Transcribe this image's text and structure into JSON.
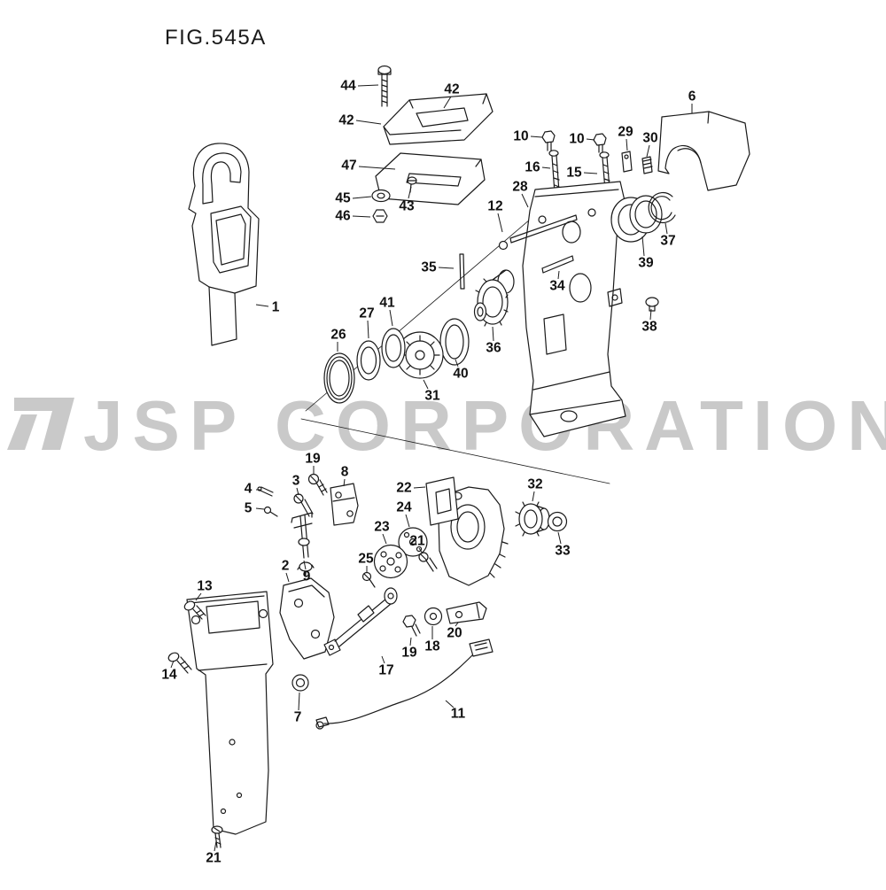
{
  "title": "FIG.545A",
  "watermark": "JSP CORPORATION",
  "parts": [
    {
      "num": "44",
      "label": [
        393,
        97
      ],
      "line": [
        404,
        97,
        427,
        96
      ]
    },
    {
      "num": "42",
      "label": [
        510,
        101
      ],
      "line": [
        509,
        109,
        501,
        122
      ]
    },
    {
      "num": "42",
      "label": [
        391,
        136
      ],
      "line": [
        402,
        136,
        430,
        140
      ]
    },
    {
      "num": "47",
      "label": [
        394,
        187
      ],
      "line": [
        405,
        188,
        446,
        191
      ]
    },
    {
      "num": "45",
      "label": [
        387,
        224
      ],
      "line": [
        398,
        224,
        419,
        222
      ]
    },
    {
      "num": "46",
      "label": [
        387,
        244
      ],
      "line": [
        398,
        244,
        418,
        245
      ]
    },
    {
      "num": "43",
      "label": [
        459,
        233
      ],
      "line": [
        461,
        224,
        464,
        211
      ]
    },
    {
      "num": "10",
      "label": [
        588,
        154
      ],
      "line": [
        599,
        154,
        612,
        155
      ]
    },
    {
      "num": "10",
      "label": [
        651,
        157
      ],
      "line": [
        662,
        157,
        671,
        158
      ]
    },
    {
      "num": "16",
      "label": [
        601,
        189
      ],
      "line": [
        612,
        189,
        621,
        190
      ]
    },
    {
      "num": "15",
      "label": [
        648,
        195
      ],
      "line": [
        659,
        195,
        674,
        196
      ]
    },
    {
      "num": "29",
      "label": [
        706,
        149
      ],
      "line": [
        707,
        157,
        708,
        170
      ]
    },
    {
      "num": "30",
      "label": [
        734,
        156
      ],
      "line": [
        733,
        164,
        730,
        177
      ]
    },
    {
      "num": "6",
      "label": [
        781,
        109
      ],
      "line": [
        781,
        117,
        781,
        128
      ]
    },
    {
      "num": "28",
      "label": [
        587,
        211
      ],
      "line": [
        589,
        219,
        596,
        234
      ]
    },
    {
      "num": "12",
      "label": [
        559,
        233
      ],
      "line": [
        562,
        241,
        567,
        262
      ]
    },
    {
      "num": "37",
      "label": [
        754,
        272
      ],
      "line": [
        753,
        264,
        751,
        252
      ]
    },
    {
      "num": "39",
      "label": [
        729,
        297
      ],
      "line": [
        727,
        289,
        725,
        267
      ]
    },
    {
      "num": "35",
      "label": [
        484,
        302
      ],
      "line": [
        495,
        302,
        512,
        303
      ]
    },
    {
      "num": "34",
      "label": [
        629,
        323
      ],
      "line": [
        630,
        315,
        631,
        306
      ]
    },
    {
      "num": "36",
      "label": [
        557,
        393
      ],
      "line": [
        557,
        385,
        556,
        369
      ]
    },
    {
      "num": "38",
      "label": [
        733,
        369
      ],
      "line": [
        734,
        361,
        735,
        349
      ]
    },
    {
      "num": "41",
      "label": [
        437,
        342
      ],
      "line": [
        440,
        350,
        443,
        368
      ]
    },
    {
      "num": "27",
      "label": [
        414,
        354
      ],
      "line": [
        415,
        362,
        416,
        382
      ]
    },
    {
      "num": "26",
      "label": [
        382,
        378
      ],
      "line": [
        381,
        386,
        381,
        397
      ]
    },
    {
      "num": "40",
      "label": [
        520,
        422
      ],
      "line": [
        517,
        414,
        514,
        406
      ]
    },
    {
      "num": "31",
      "label": [
        488,
        447
      ],
      "line": [
        483,
        439,
        478,
        429
      ]
    },
    {
      "num": "1",
      "label": [
        311,
        347
      ],
      "line": [
        303,
        346,
        289,
        344
      ]
    },
    {
      "num": "19",
      "label": [
        353,
        518
      ],
      "line": [
        354,
        526,
        354,
        536
      ]
    },
    {
      "num": "8",
      "label": [
        389,
        533
      ],
      "line": [
        389,
        541,
        388,
        549
      ]
    },
    {
      "num": "3",
      "label": [
        334,
        543
      ],
      "line": [
        335,
        551,
        337,
        559
      ]
    },
    {
      "num": "4",
      "label": [
        280,
        552
      ],
      "line": [
        289,
        553,
        294,
        553
      ]
    },
    {
      "num": "5",
      "label": [
        280,
        574
      ],
      "line": [
        289,
        574,
        298,
        575
      ]
    },
    {
      "num": "22",
      "label": [
        456,
        551
      ],
      "line": [
        467,
        551,
        480,
        550
      ]
    },
    {
      "num": "32",
      "label": [
        604,
        547
      ],
      "line": [
        603,
        555,
        601,
        566
      ]
    },
    {
      "num": "24",
      "label": [
        456,
        573
      ],
      "line": [
        458,
        581,
        462,
        595
      ]
    },
    {
      "num": "23",
      "label": [
        431,
        595
      ],
      "line": [
        432,
        603,
        436,
        614
      ]
    },
    {
      "num": "21",
      "label": [
        471,
        611
      ],
      "line": [
        473,
        619,
        477,
        625
      ]
    },
    {
      "num": "33",
      "label": [
        635,
        622
      ],
      "line": [
        633,
        614,
        630,
        601
      ]
    },
    {
      "num": "25",
      "label": [
        413,
        631
      ],
      "line": [
        414,
        639,
        414,
        646
      ]
    },
    {
      "num": "9",
      "label": [
        346,
        651
      ],
      "line": [
        345,
        643,
        343,
        633
      ]
    },
    {
      "num": "2",
      "label": [
        322,
        639
      ],
      "line": [
        323,
        647,
        326,
        657
      ]
    },
    {
      "num": "13",
      "label": [
        231,
        662
      ],
      "line": [
        227,
        670,
        221,
        678
      ]
    },
    {
      "num": "14",
      "label": [
        191,
        762
      ],
      "line": [
        193,
        754,
        196,
        746
      ]
    },
    {
      "num": "17",
      "label": [
        436,
        757
      ],
      "line": [
        434,
        749,
        431,
        741
      ]
    },
    {
      "num": "19",
      "label": [
        462,
        737
      ],
      "line": [
        463,
        729,
        464,
        720
      ]
    },
    {
      "num": "18",
      "label": [
        488,
        730
      ],
      "line": [
        488,
        722,
        488,
        707
      ]
    },
    {
      "num": "20",
      "label": [
        513,
        715
      ],
      "line": [
        514,
        707,
        517,
        703
      ]
    },
    {
      "num": "11",
      "label": [
        517,
        806
      ],
      "line": [
        512,
        799,
        503,
        791
      ]
    },
    {
      "num": "7",
      "label": [
        336,
        810
      ],
      "line": [
        337,
        802,
        338,
        782
      ]
    },
    {
      "num": "21",
      "label": [
        241,
        969
      ],
      "line": [
        242,
        961,
        244,
        950
      ]
    }
  ]
}
